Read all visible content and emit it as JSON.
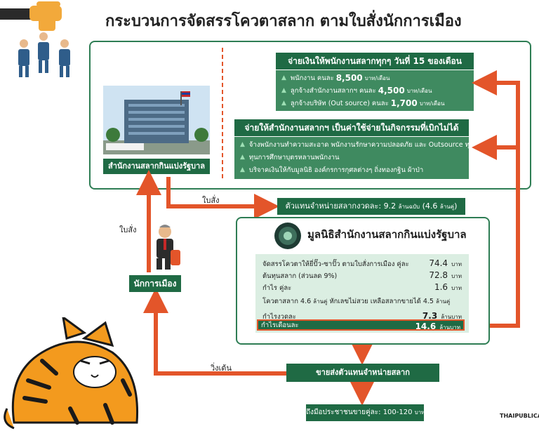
{
  "title": "กระบวนการจัดสรรโควตาสลาก ตามใบสั่งนักการเมือง",
  "top_panel": {
    "agency_label": "สำนักงานสลากกินแบ่งรัฐบาล",
    "salary_header": "จ่ายเงินให้พนักงานสลากทุกๆ วันที่ 15 ของเดือน",
    "salary_rows": [
      {
        "text": "พนักงาน คนละ",
        "amount": "8,500",
        "unit": "บาท/เดือน"
      },
      {
        "text": "ลูกจ้างสำนักงานสลากฯ คนละ",
        "amount": "4,500",
        "unit": "บาท/เดือน"
      },
      {
        "text": "ลูกจ้างบริษัท (Out source) คนละ",
        "amount": "1,700",
        "unit": "บาท/เดือน"
      }
    ],
    "expense_header": "จ่ายให้สำนักงานสลากฯ เป็นค่าใช้จ่ายในกิจกรรมที่เบิกไม่ได้",
    "expense_rows": [
      "จ้างพนักงานทำความสะอาด พนักงานรักษาความปลอดภัย และ Outsource ทุกประเภท",
      "ทุนการศึกษาบุตรหลานพนักงาน",
      "บริจาคเงินให้กับมูลนิธิ องค์กรการกุศลต่างๆ ถิ่งทองกฐิน ผ้าป่า"
    ]
  },
  "arrow_labels": {
    "order1": "ใบสั่ง",
    "order2": "ใบสั่ง",
    "lobby": "วิ่งเต้น"
  },
  "dealer_box": {
    "text": "ตัวแทนจำหน่ายสลากงวดละ: 9.2",
    "unit1": "ล้านฉบับ",
    "paren": "(4.6",
    "unit2": "ล้านคู่",
    "close": ")"
  },
  "foundation": {
    "name": "มูลนิธิสำนักงานสลากกินแบ่งรัฐบาล",
    "rows1": [
      {
        "label": "จัดสรรโควตาให้ยี่ปั๊ว-ซาปั๊ว ตามใบสั่งการเมือง คู่ละ",
        "value": "74.4",
        "unit": "บาท"
      },
      {
        "label": "ต้นทุนสลาก (ส่วนลด 9%)",
        "value": "72.8",
        "unit": "บาท"
      },
      {
        "label": "กำไร คู่ละ",
        "value": "1.6",
        "unit": "บาท"
      }
    ],
    "quota_line": {
      "a": "โควตาสลาก 4.6",
      "u1": "ล้านคู่",
      "b": "หักเลขไม่สวย เหลือสลากขายได้ 4.5",
      "u2": "ล้านคู่"
    },
    "profit_draw": {
      "label": "กำไรงวดละ",
      "value": "7.3",
      "unit": "ล้านบาท"
    },
    "profit_month": {
      "label": "กำไรเดือนละ",
      "value": "14.6",
      "unit": "ล้านบาท"
    }
  },
  "politician": "นักการเมือง",
  "wholesale": "ขายส่งตัวแทนจำหน่ายสลาก",
  "retail": {
    "text": "ถึงมือประชาชนขายคู่ละ: 100-120",
    "unit": "บาท"
  },
  "logo": "THAIPUBLICA",
  "colors": {
    "dark_green": "#1f6a44",
    "mid_green": "#3f8a60",
    "light_green": "#dbeee2",
    "arrow": "#e3552a",
    "cat": "#f39a1e"
  }
}
